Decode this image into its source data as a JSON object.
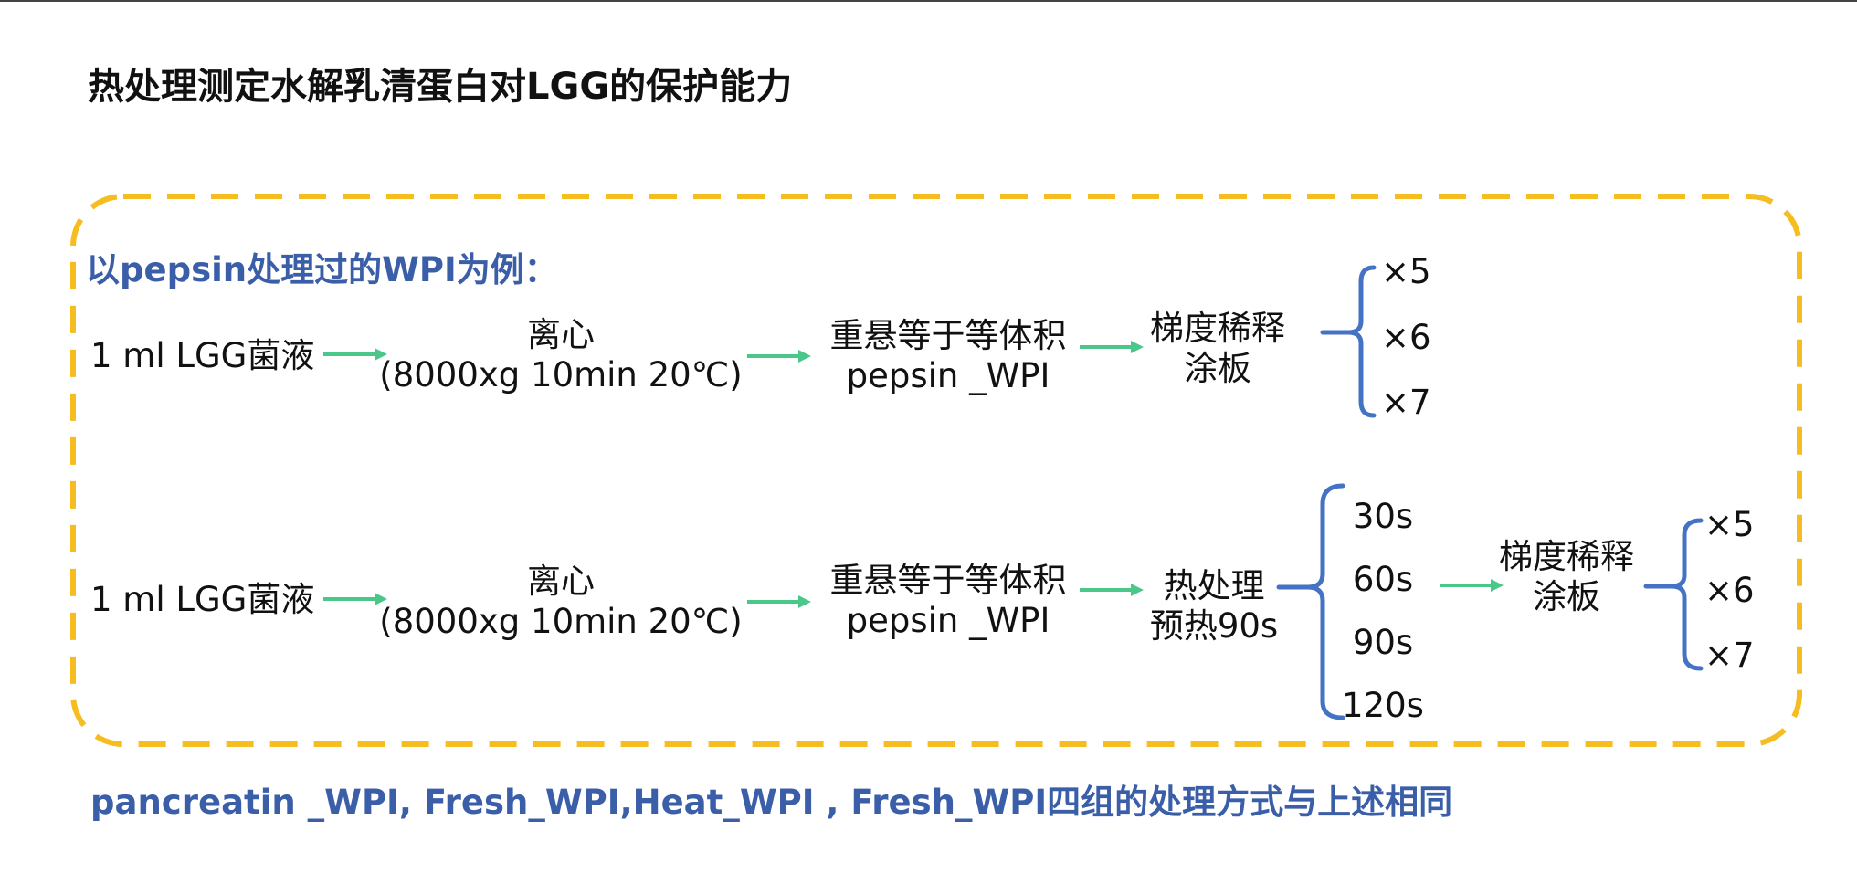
{
  "title": "热处理测定水解乳清蛋白对LGG的保护能力",
  "section_label": "以pepsin处理过的WPI为例：",
  "footer_note": "pancreatin _WPI, Fresh_WPI,Heat_WPI , Fresh_WPI四组的处理方式与上述相同",
  "flow1": {
    "step1": "1 ml LGG菌液",
    "step2": [
      "离心",
      "(8000xg 10min 20℃)"
    ],
    "step3": [
      "重悬等于等体积",
      "pepsin _WPI"
    ],
    "step4": [
      "梯度稀释",
      "涂板"
    ],
    "dilutions": [
      "×5",
      "×6",
      "×7"
    ]
  },
  "flow2": {
    "step1": "1 ml LGG菌液",
    "step2": [
      "离心",
      "(8000xg 10min 20℃)"
    ],
    "step3": [
      "重悬等于等体积",
      "pepsin _WPI"
    ],
    "step4": [
      "热处理",
      "预热90s"
    ],
    "times": [
      "30s",
      "60s",
      "90s",
      "120s"
    ],
    "step5": [
      "梯度稀释",
      "涂板"
    ],
    "dilutions": [
      "×5",
      "×6",
      "×7"
    ]
  },
  "colors": {
    "dash_border": "#f5bd1f",
    "arrow": "#4cc78a",
    "brace": "#4472c4",
    "blue_text": "#3a5ea8"
  }
}
